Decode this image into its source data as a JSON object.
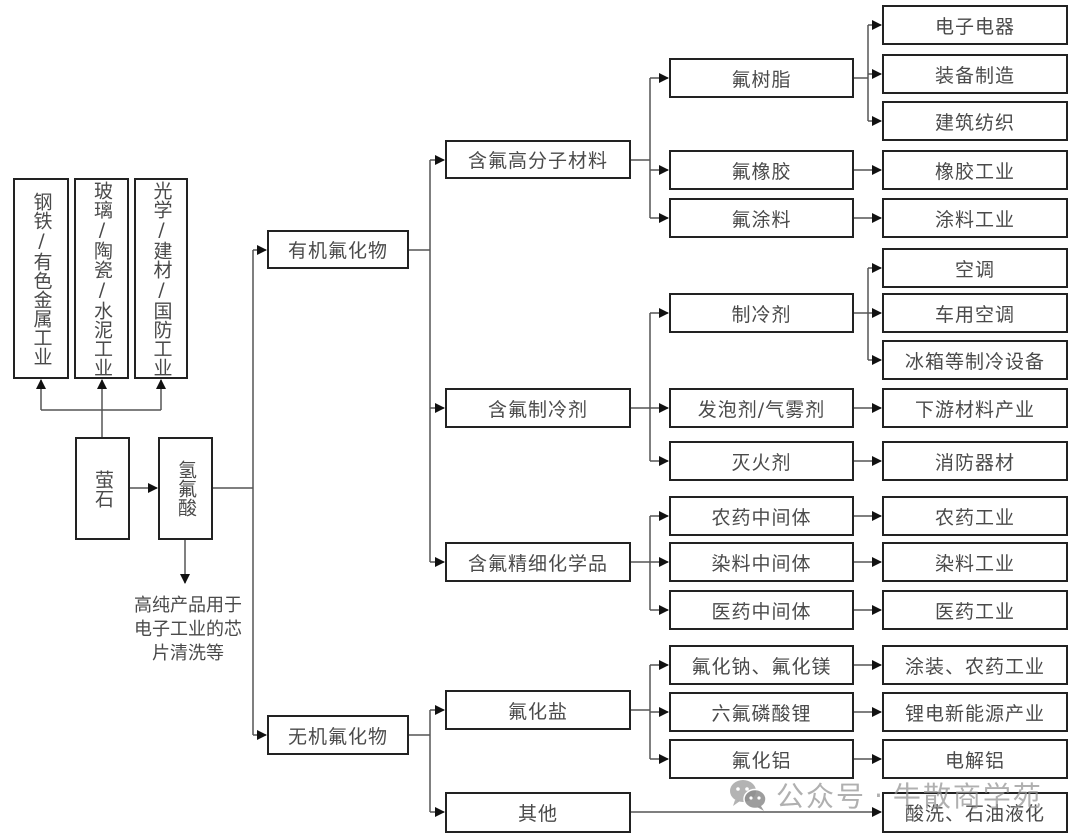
{
  "diagram": {
    "title": "氟化工产业链",
    "colors": {
      "line": "#222222",
      "box_border": "#222222",
      "text": "#4a4a4a",
      "connector": "#555555"
    },
    "upstream_uses": [
      {
        "id": "steel",
        "label": "钢铁/有色金属工业"
      },
      {
        "id": "glass",
        "label": "玻璃/陶瓷/水泥工业"
      },
      {
        "id": "optics",
        "label": "光学/建材/国防工业"
      }
    ],
    "raw_material": {
      "id": "fluorite",
      "label": "萤石"
    },
    "hf": {
      "id": "hf",
      "label": "氢氟酸"
    },
    "hf_note": [
      "高纯产品用于",
      "电子工业的芯",
      "片清洗等"
    ],
    "level1": [
      {
        "id": "organic",
        "label": "有机氟化物"
      },
      {
        "id": "inorganic",
        "label": "无机氟化物"
      }
    ],
    "level2": [
      {
        "id": "polymer",
        "label": "含氟高分子材料",
        "parent": "organic"
      },
      {
        "id": "refrig",
        "label": "含氟制冷剂",
        "parent": "organic"
      },
      {
        "id": "fine",
        "label": "含氟精细化学品",
        "parent": "organic"
      },
      {
        "id": "salt",
        "label": "氟化盐",
        "parent": "inorganic"
      },
      {
        "id": "other",
        "label": "其他",
        "parent": "inorganic"
      }
    ],
    "level3": [
      {
        "id": "resin",
        "label": "氟树脂",
        "parent": "polymer"
      },
      {
        "id": "rubber",
        "label": "氟橡胶",
        "parent": "polymer"
      },
      {
        "id": "coating",
        "label": "氟涂料",
        "parent": "polymer"
      },
      {
        "id": "refrigerant",
        "label": "制冷剂",
        "parent": "refrig"
      },
      {
        "id": "foam",
        "label": "发泡剂/气雾剂",
        "parent": "refrig"
      },
      {
        "id": "extinguish",
        "label": "灭火剂",
        "parent": "refrig"
      },
      {
        "id": "pesticide_int",
        "label": "农药中间体",
        "parent": "fine"
      },
      {
        "id": "dye_int",
        "label": "染料中间体",
        "parent": "fine"
      },
      {
        "id": "pharma_int",
        "label": "医药中间体",
        "parent": "fine"
      },
      {
        "id": "naf",
        "label": "氟化钠、氟化镁",
        "parent": "salt"
      },
      {
        "id": "lipf6",
        "label": "六氟磷酸锂",
        "parent": "salt"
      },
      {
        "id": "alf3",
        "label": "氟化铝",
        "parent": "salt"
      }
    ],
    "level4": [
      {
        "id": "electronics",
        "label": "电子电器",
        "parent": "resin"
      },
      {
        "id": "equipment",
        "label": "装备制造",
        "parent": "resin"
      },
      {
        "id": "construction",
        "label": "建筑纺织",
        "parent": "resin"
      },
      {
        "id": "rubber_ind",
        "label": "橡胶工业",
        "parent": "rubber"
      },
      {
        "id": "coating_ind",
        "label": "涂料工业",
        "parent": "coating"
      },
      {
        "id": "ac",
        "label": "空调",
        "parent": "refrigerant"
      },
      {
        "id": "car_ac",
        "label": "车用空调",
        "parent": "refrigerant"
      },
      {
        "id": "fridge",
        "label": "冰箱等制冷设备",
        "parent": "refrigerant"
      },
      {
        "id": "downstream",
        "label": "下游材料产业",
        "parent": "foam"
      },
      {
        "id": "fire",
        "label": "消防器材",
        "parent": "extinguish"
      },
      {
        "id": "pesticide_ind",
        "label": "农药工业",
        "parent": "pesticide_int"
      },
      {
        "id": "dye_ind",
        "label": "染料工业",
        "parent": "dye_int"
      },
      {
        "id": "pharma_ind",
        "label": "医药工业",
        "parent": "pharma_int"
      },
      {
        "id": "paint_pest",
        "label": "涂装、农药工业",
        "parent": "naf"
      },
      {
        "id": "lithium",
        "label": "锂电新能源产业",
        "parent": "lipf6"
      },
      {
        "id": "electrolytic_al",
        "label": "电解铝",
        "parent": "alf3"
      },
      {
        "id": "pickling",
        "label": "酸洗、石油液化",
        "parent": "other"
      }
    ]
  },
  "watermark": {
    "prefix": "公众号",
    "separator": "·",
    "name": "牛散商学苑",
    "icon": "wechat-icon"
  }
}
